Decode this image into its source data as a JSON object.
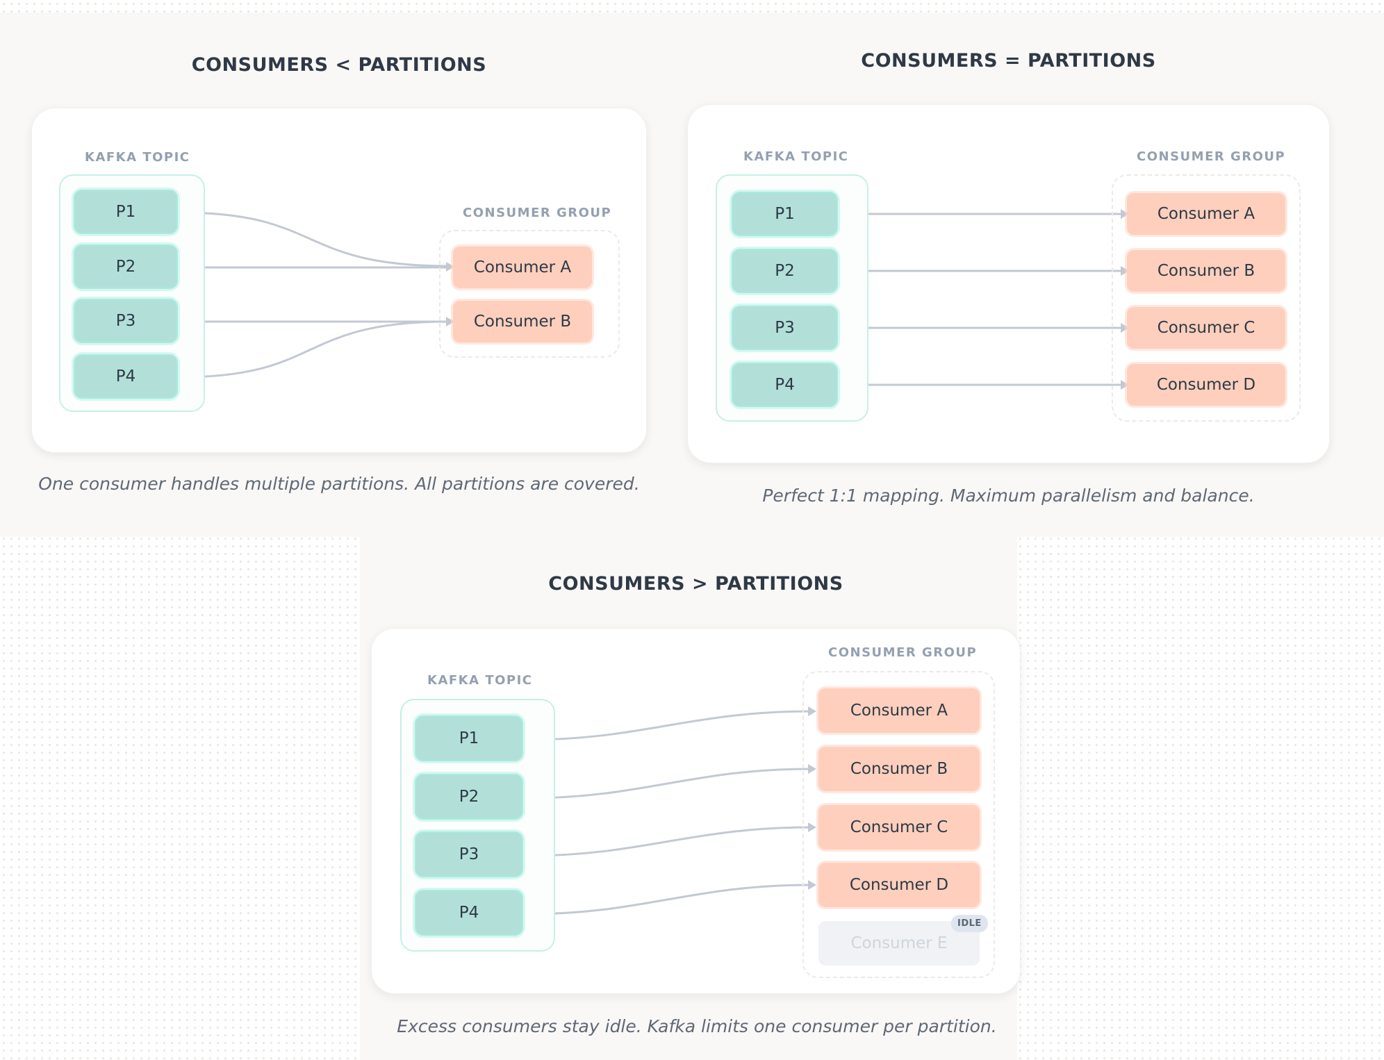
{
  "panels": {
    "less": {
      "title": "CONSUMERS < PARTITIONS",
      "topic_label": "KAFKA TOPIC",
      "group_label": "CONSUMER GROUP",
      "partitions": [
        "P1",
        "P2",
        "P3",
        "P4"
      ],
      "consumers": [
        "Consumer A",
        "Consumer B"
      ],
      "assignments": [
        {
          "partition": "P1",
          "consumer": "Consumer A"
        },
        {
          "partition": "P2",
          "consumer": "Consumer A"
        },
        {
          "partition": "P3",
          "consumer": "Consumer B"
        },
        {
          "partition": "P4",
          "consumer": "Consumer B"
        }
      ],
      "caption": "One consumer handles multiple partitions. All partitions are covered."
    },
    "equal": {
      "title": "CONSUMERS = PARTITIONS",
      "topic_label": "KAFKA TOPIC",
      "group_label": "CONSUMER GROUP",
      "partitions": [
        "P1",
        "P2",
        "P3",
        "P4"
      ],
      "consumers": [
        "Consumer A",
        "Consumer B",
        "Consumer C",
        "Consumer D"
      ],
      "assignments": [
        {
          "partition": "P1",
          "consumer": "Consumer A"
        },
        {
          "partition": "P2",
          "consumer": "Consumer B"
        },
        {
          "partition": "P3",
          "consumer": "Consumer C"
        },
        {
          "partition": "P4",
          "consumer": "Consumer D"
        }
      ],
      "caption": "Perfect 1:1 mapping. Maximum parallelism and balance."
    },
    "more": {
      "title": "CONSUMERS > PARTITIONS",
      "topic_label": "KAFKA TOPIC",
      "group_label": "CONSUMER GROUP",
      "partitions": [
        "P1",
        "P2",
        "P3",
        "P4"
      ],
      "consumers": [
        "Consumer A",
        "Consumer B",
        "Consumer C",
        "Consumer D"
      ],
      "idle_consumer": "Consumer E",
      "idle_badge": "IDLE",
      "assignments": [
        {
          "partition": "P1",
          "consumer": "Consumer A"
        },
        {
          "partition": "P2",
          "consumer": "Consumer B"
        },
        {
          "partition": "P3",
          "consumer": "Consumer C"
        },
        {
          "partition": "P4",
          "consumer": "Consumer D"
        }
      ],
      "caption": "Excess consumers stay idle. Kafka limits one consumer per partition."
    }
  },
  "colors": {
    "partition_fill": "#b3dfd9",
    "partition_border": "#a5ecdf",
    "consumer_fill": "#ffcfbd",
    "idle_fill": "#f0f2f5",
    "connector": "#c3c9d3",
    "heading_text": "#2f3946"
  }
}
